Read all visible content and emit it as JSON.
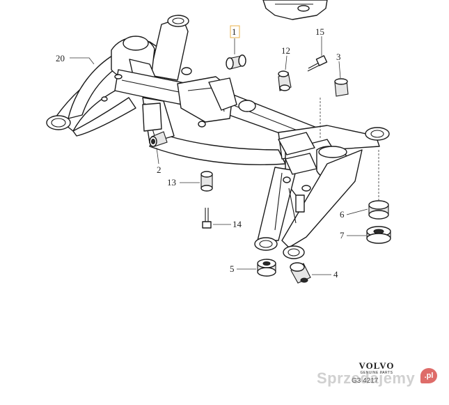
{
  "callouts": {
    "c1": "1",
    "c2": "2",
    "c3": "3",
    "c4": "4",
    "c5": "5",
    "c6": "6",
    "c7": "7",
    "c12": "12",
    "c13": "13",
    "c14": "14",
    "c15": "15",
    "c20": "20"
  },
  "brand": {
    "name": "VOLVO",
    "sub": "GENUINE PARTS"
  },
  "ref_code": "G3 4217",
  "watermark": {
    "text": "Sprzedajemy",
    "badge": ".pl"
  },
  "colors": {
    "line": "#1a1a1a",
    "highlight_box": "#e8b04a",
    "watermark_badge": "#d9534f"
  }
}
